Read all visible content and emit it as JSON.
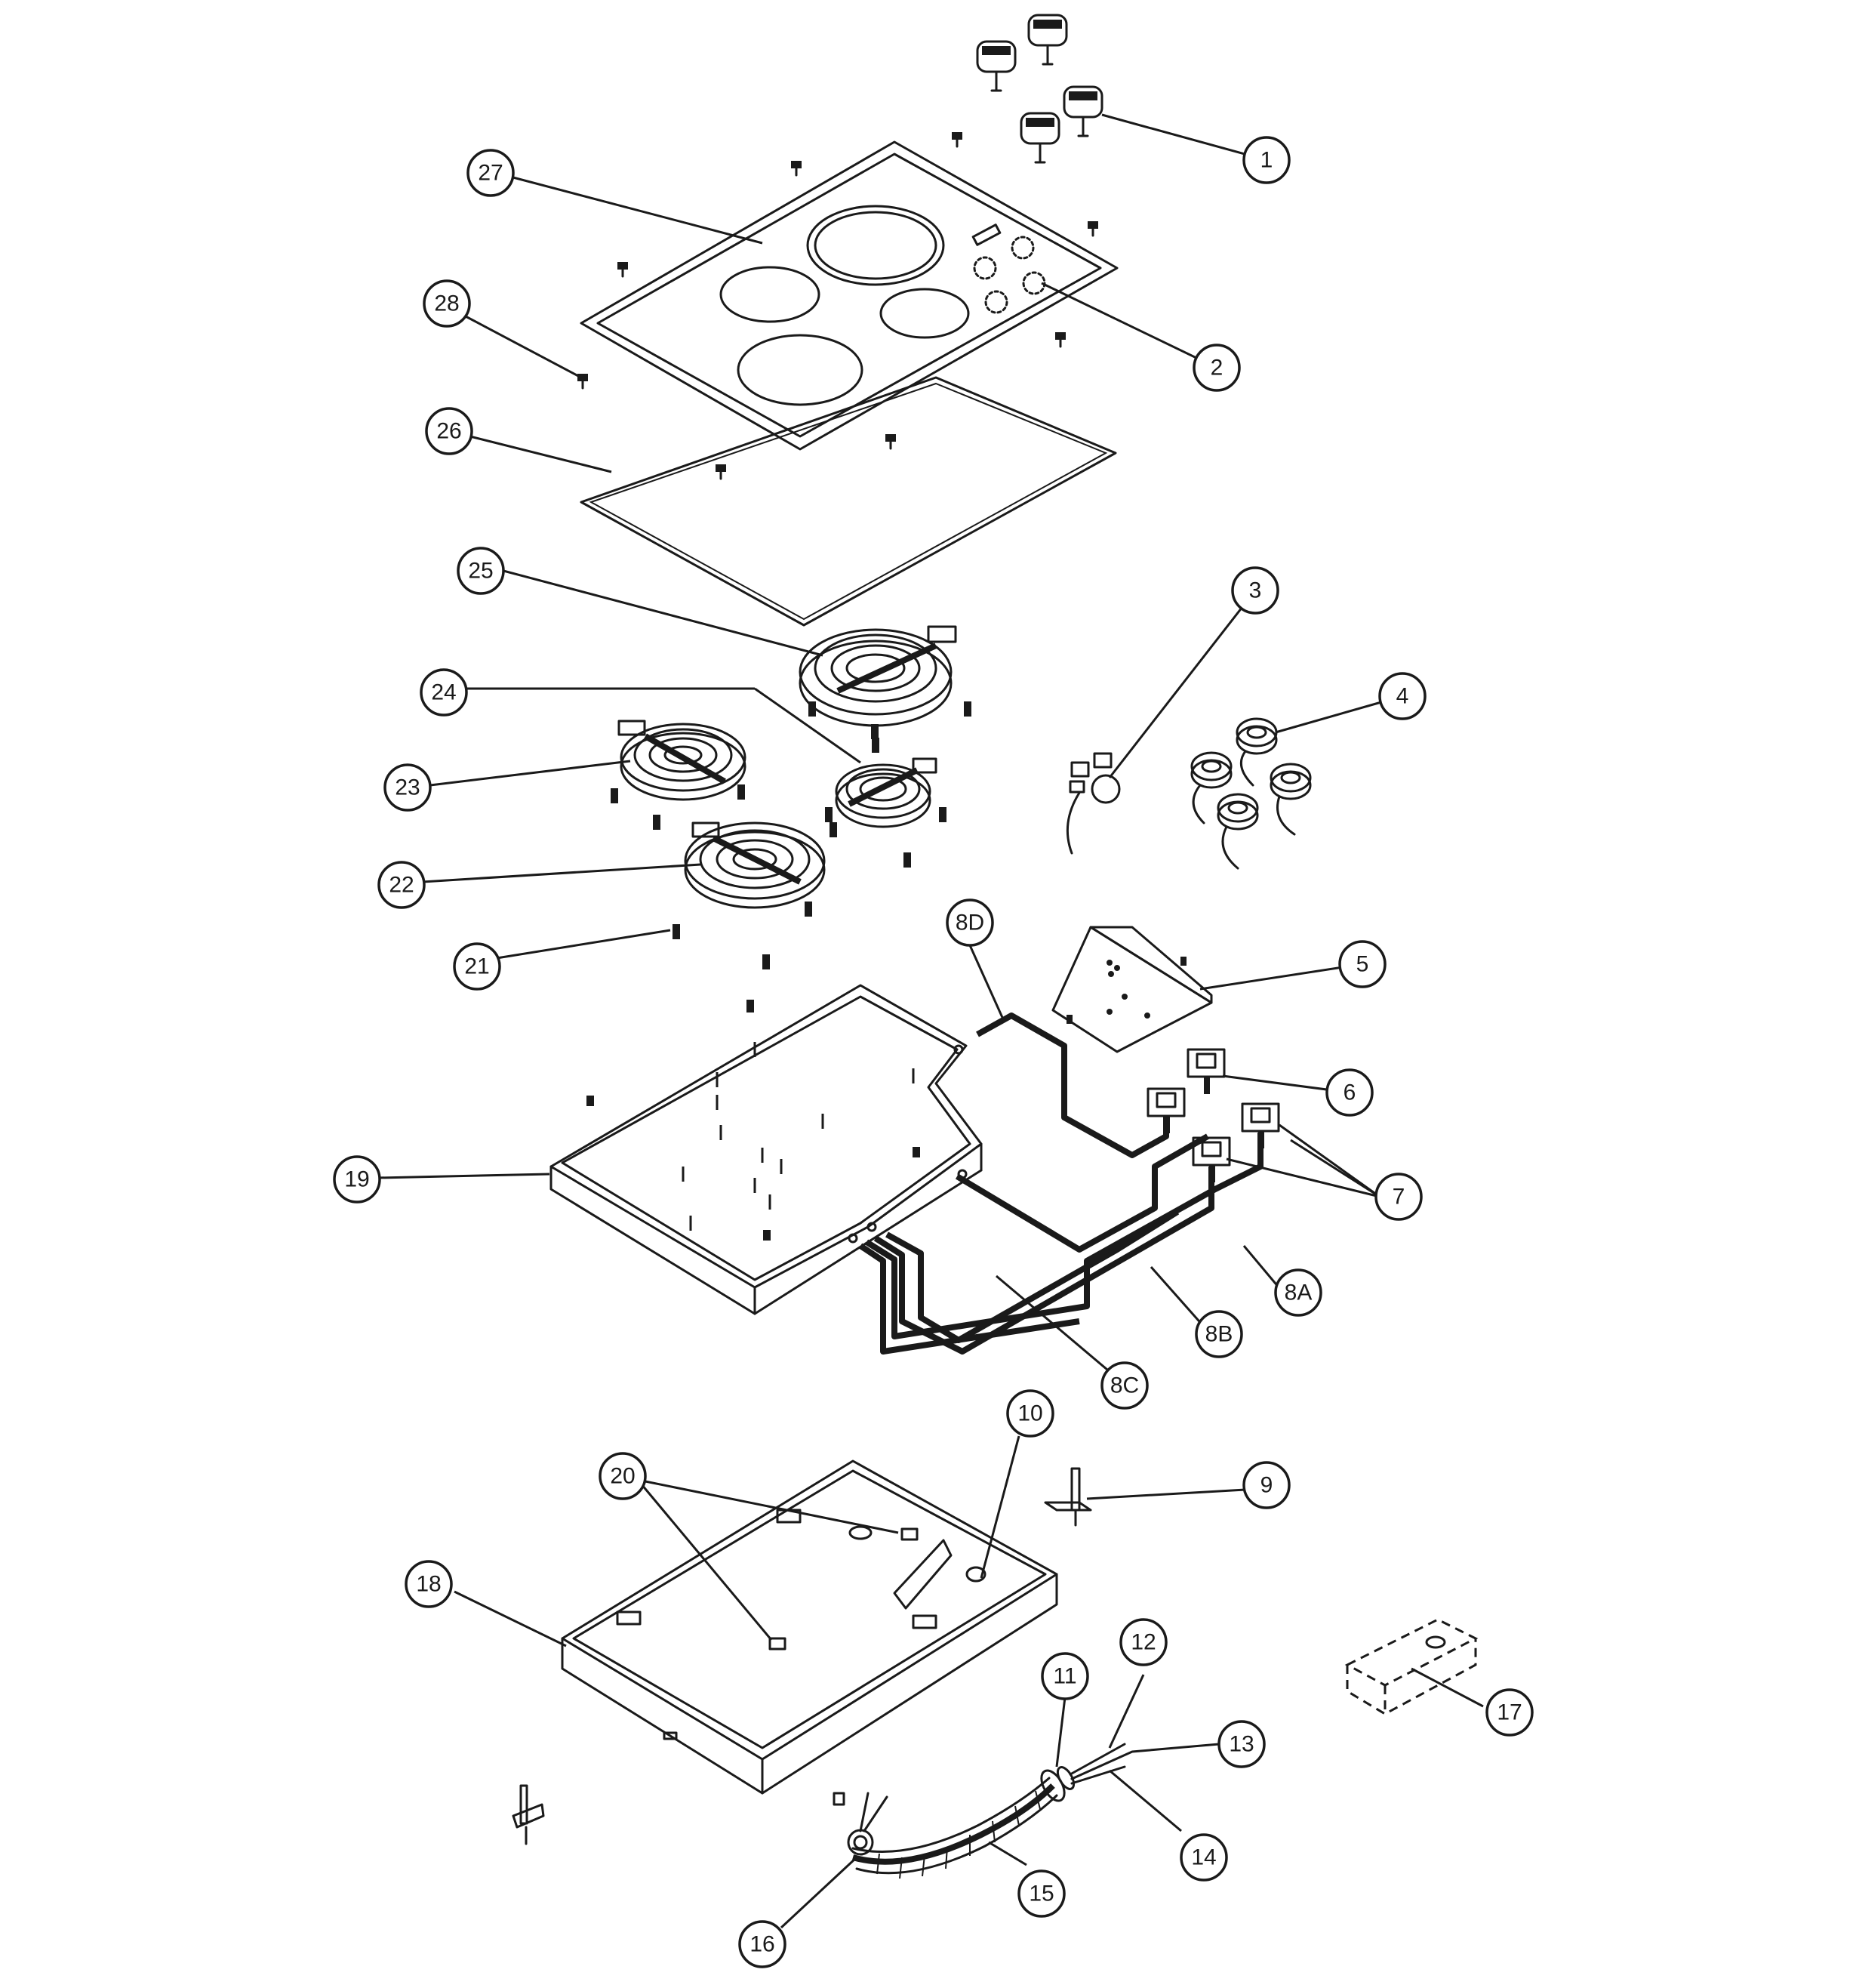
{
  "callouts": {
    "c1": "1",
    "c2": "2",
    "c3": "3",
    "c4": "4",
    "c5": "5",
    "c6": "6",
    "c7": "7",
    "c8a": "8A",
    "c8b": "8B",
    "c8c": "8C",
    "c8d": "8D",
    "c9": "9",
    "c10": "10",
    "c11": "11",
    "c12": "12",
    "c13": "13",
    "c14": "14",
    "c15": "15",
    "c16": "16",
    "c17": "17",
    "c18": "18",
    "c19": "19",
    "c20": "20",
    "c21": "21",
    "c22": "22",
    "c23": "23",
    "c24": "24",
    "c25": "25",
    "c26": "26",
    "c27": "27",
    "c28": "28"
  }
}
